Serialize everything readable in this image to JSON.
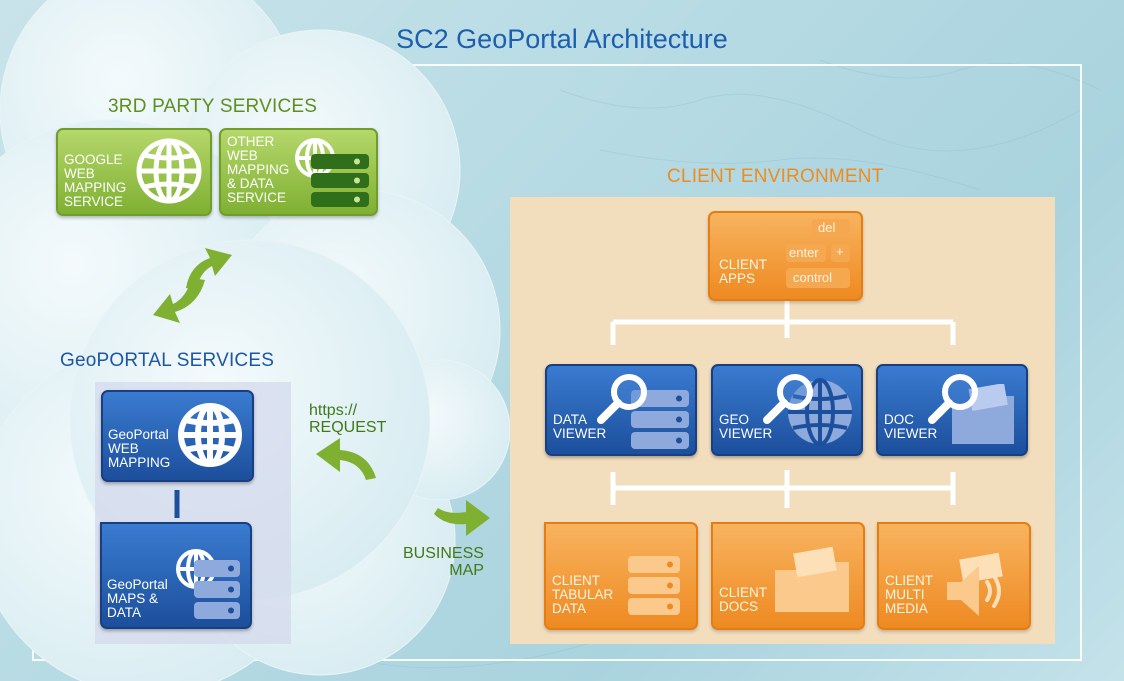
{
  "title": "SC2 GeoPortal  Architecture",
  "third_party": {
    "heading": "3RD PARTY SERVICES",
    "google": "GOOGLE\nWEB\nMAPPING\nSERVICE",
    "other": "OTHER\nWEB\nMAPPING\n& DATA\nSERVICE"
  },
  "geoportal": {
    "heading": "GeoPORTAL SERVICES",
    "web_mapping": "GeoPortal\nWEB\nMAPPING",
    "maps_data": "GeoPortal\nMAPS &\nDATA"
  },
  "flows": {
    "request": "https://\nREQUEST",
    "business": "BUSINESS\nMAP"
  },
  "client": {
    "heading": "CLIENT ENVIRONMENT",
    "apps": "CLIENT\nAPPS",
    "keys": {
      "del": "del",
      "enter": "enter",
      "plus": "+",
      "control": "control"
    },
    "data_viewer": "DATA\nVIEWER",
    "geo_viewer": "GEO\nVIEWER",
    "doc_viewer": "DOC\nVIEWER",
    "tabular": "CLIENT\nTABULAR\nDATA",
    "docs": "CLIENT\nDOCS",
    "multimedia": "CLIENT\nMULTI\nMEDIA"
  },
  "colors": {
    "title_blue": "#1b5fae",
    "green": "#7fb032",
    "blue": "#1c4f9c",
    "orange": "#ee8a22",
    "client_panel": "#f3dfc0"
  },
  "icons": [
    "globe-icon",
    "server-icon",
    "magnifier-icon",
    "folder-icon",
    "speaker-icon",
    "arrow-icon"
  ]
}
